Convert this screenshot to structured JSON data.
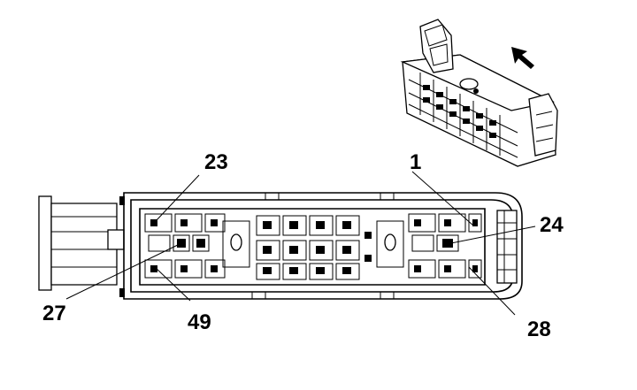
{
  "labels": {
    "pin_23": "23",
    "pin_1": "1",
    "pin_24": "24",
    "pin_27": "27",
    "pin_49": "49",
    "pin_28": "28"
  },
  "icons": {
    "direction_arrow": "arrow-up-left-icon",
    "connector_iso_view": "connector-3d-view"
  }
}
